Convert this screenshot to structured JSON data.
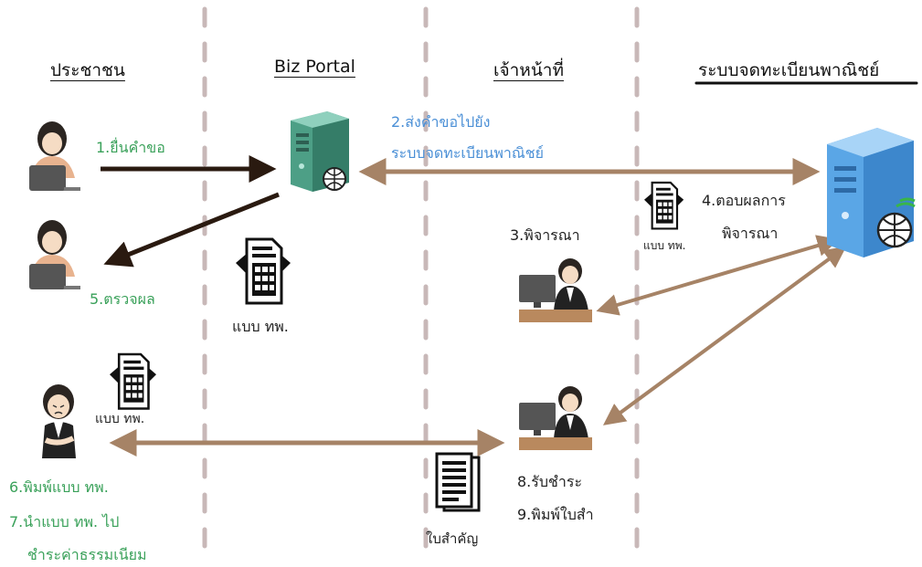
{
  "lanes": {
    "citizen": "ประชาชน",
    "biz_portal": "Biz Portal",
    "officer": "เจ้าหน้าที่",
    "registry": "ระบบจดทะเบียนพาณิชย์"
  },
  "steps": {
    "s1": "1.ยื่นคำขอ",
    "s2_line1": "2.ส่งคำขอไปยัง",
    "s2_line2": "ระบบจดทะเบียนพาณิชย์",
    "s3": "3.พิจารณา",
    "s4_line1": "4.ตอบผลการ",
    "s4_line2": "พิจารณา",
    "s5": "5.ตรวจผล",
    "s6": "6.พิมพ์แบบ ทพ.",
    "s7_line1": "7.นำแบบ ทพ. ไป",
    "s7_line2": "ชำระค่าธรรมเนียม",
    "s8": "8.รับชำระ",
    "s9": "9.พิมพ์ใบสำ"
  },
  "documents": {
    "form_portal": "แบบ ทพ.",
    "form_officer": "แบบ ทพ.",
    "form_citizen": "แบบ ทพ.",
    "receipt": "ใบสำคัญ"
  },
  "colors": {
    "arrow_dark": "#2a1a10",
    "arrow_brown": "#a68366",
    "lane_divider": "#c8b8b8",
    "step_green": "#3aa15a",
    "step_blue": "#4a8fd6"
  }
}
